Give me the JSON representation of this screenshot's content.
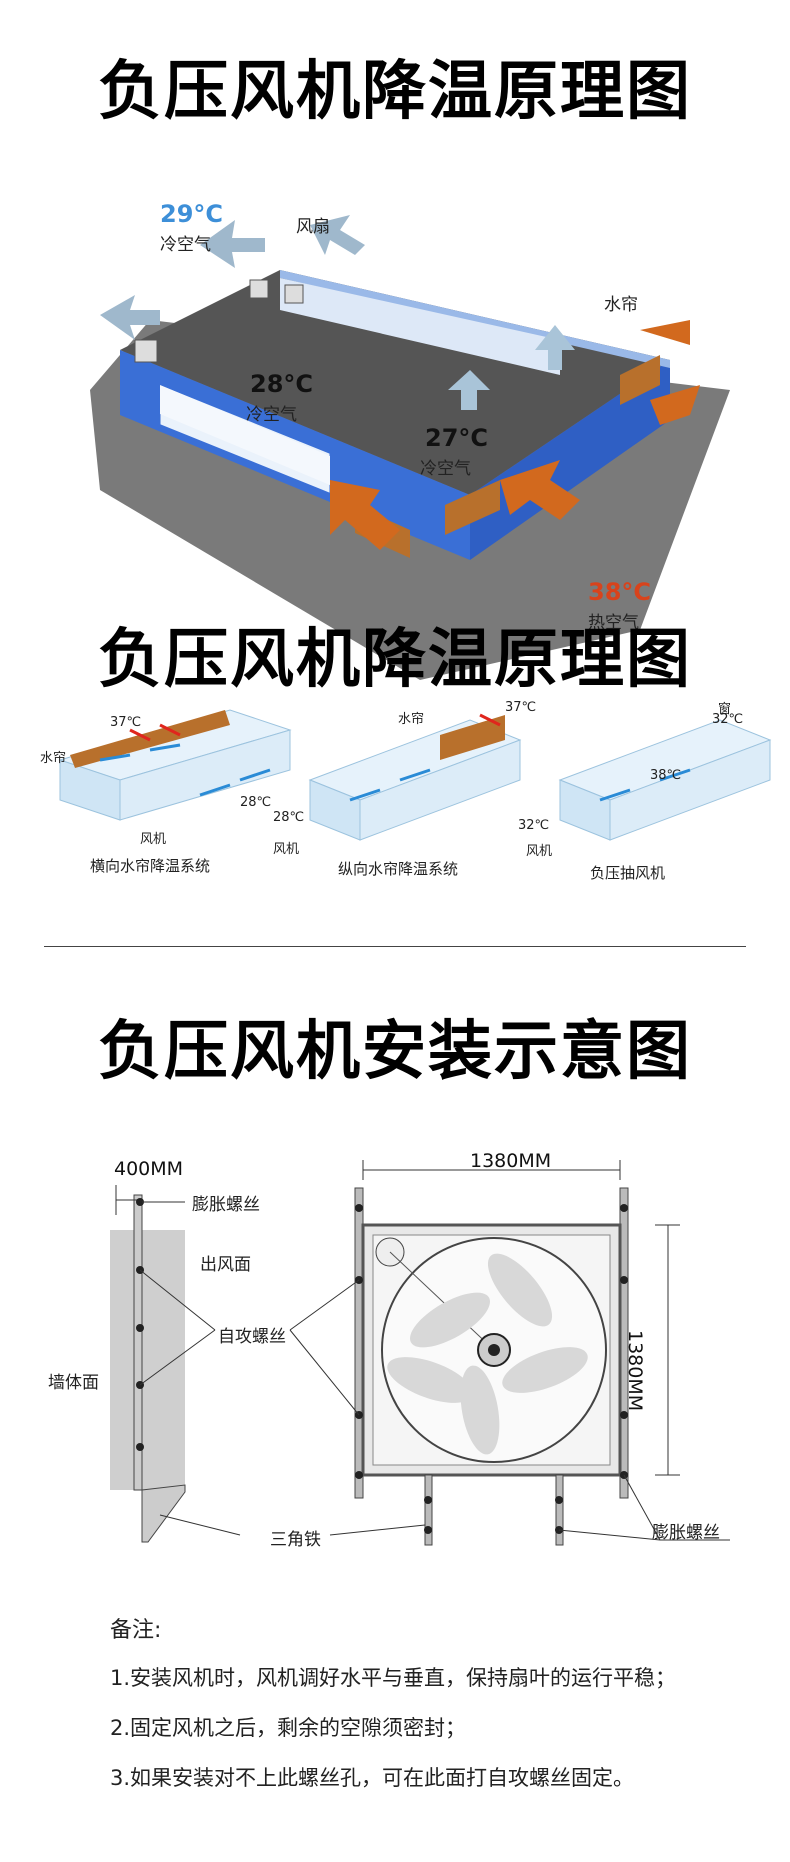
{
  "section1": {
    "title": "负压风机降温原理图",
    "temp_cold": "29°C",
    "cold_label_1": "冷空气",
    "fan_label": "风扇",
    "curtain_label": "水帘",
    "temp_mid1": "28°C",
    "cold_label_2": "冷空气",
    "temp_mid2": "27°C",
    "cold_label_3": "冷空气",
    "temp_hot": "38°C",
    "hot_label": "热空气"
  },
  "section2": {
    "title": "负压风机降温原理图",
    "diagrams": [
      {
        "caption": "横向水帘降温系统",
        "curtain": "水帘",
        "temp_in": "37℃",
        "temp_out": "28℃",
        "fan": "风机"
      },
      {
        "caption": "纵向水帘降温系统",
        "curtain": "水帘",
        "temp_in": "37℃",
        "temp_out": "28℃",
        "fan": "风机"
      },
      {
        "caption": "负压抽风机",
        "window": "窗",
        "temp_window": "32℃",
        "temp_inside": "38℃",
        "temp_out": "32℃",
        "fan": "风机"
      }
    ]
  },
  "section3": {
    "title": "负压风机安装示意图",
    "dim_left": "400MM",
    "expansion_screw_top": "膨胀螺丝",
    "outlet_face": "出风面",
    "self_tapping_screw": "自攻螺丝",
    "wall_face": "墙体面",
    "angle_iron": "三角铁",
    "dim_width": "1380MM",
    "dim_height": "1380MM",
    "expansion_screw_bottom": "膨胀螺丝"
  },
  "notes": {
    "heading": "备注:",
    "items": [
      "1.安装风机时，风机调好水平与垂直，保持扇叶的运行平稳；",
      "2.固定风机之后，剩余的空隙须密封；",
      "3.如果安装对不上此螺丝孔，可在此面打自攻螺丝固定。"
    ]
  },
  "colors": {
    "wall_blue": "#3a6fd6",
    "roof_gray": "#5a5a5a",
    "hot_arrow": "#d2691e",
    "cold_arrow": "#9fb8cc",
    "hot_text": "#d8431c",
    "cold_text": "#3d8fd8"
  }
}
